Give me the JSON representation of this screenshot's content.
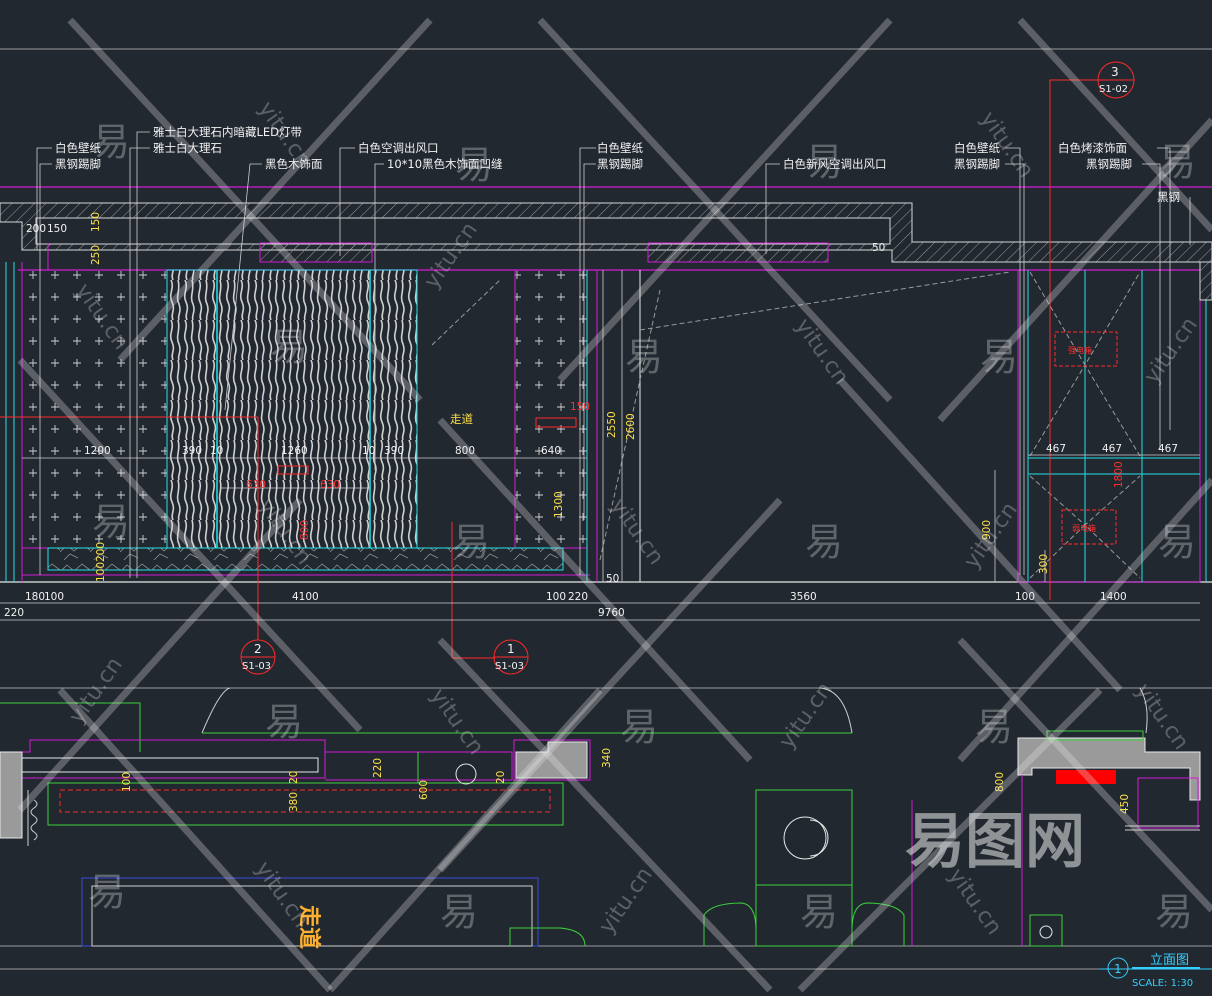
{
  "labels": {
    "wallpaper_left": "白色壁纸",
    "skirting_left": "黑钢踢脚",
    "marble_led": "雅士白大理石内暗藏LED灯带",
    "marble": "雅士白大理石",
    "black_wood": "黑色木饰面",
    "ac_outlet": "白色空调出风口",
    "groove": "10*10黑色木饰面凹缝",
    "wallpaper_mid": "白色壁纸",
    "skirting_mid": "黑钢踢脚",
    "fresh_air": "白色新风空调出风口",
    "wallpaper_right": "白色壁纸",
    "skirting_right": "黑钢踢脚",
    "lacquer": "白色烤漆饰面",
    "skirting_far": "黑钢踢脚",
    "black_steel": "黑钢",
    "corridor": "走道",
    "corridor_plan": "走道",
    "strong_box": "强电箱",
    "weak_box": "弱电箱"
  },
  "dimensions": {
    "d200": "200",
    "d150a": "150",
    "d150b": "150",
    "d250": "250",
    "d50a": "50",
    "d1200": "1200",
    "d390a": "390",
    "d10a": "10",
    "d1260": "1260",
    "d10b": "10",
    "d390b": "390",
    "d800": "800",
    "d640": "640",
    "d150c": "150",
    "d2550": "2550",
    "d2600": "2600",
    "d630a": "630",
    "d630b": "630",
    "d800v": "800",
    "d1300": "1300",
    "d100v": "100",
    "d200v": "200",
    "d50b": "50",
    "d900": "900",
    "d300": "300",
    "d1800": "1800",
    "d467a": "467",
    "d467b": "467",
    "d467c": "467",
    "d220a": "220",
    "d180": "180",
    "d100a": "100",
    "d4100": "4100",
    "d100b": "100",
    "d220b": "220",
    "d3560": "3560",
    "d9760": "9760",
    "d100c": "100",
    "d1400": "1400",
    "p100": "100",
    "p20a": "20",
    "p380": "380",
    "p220": "220",
    "p600": "600",
    "p20b": "20",
    "p340": "340",
    "p800": "800",
    "p450": "450"
  },
  "section_refs": [
    {
      "num": "3",
      "sheet": "S1-02"
    },
    {
      "num": "2",
      "sheet": "S1-03"
    },
    {
      "num": "1",
      "sheet": "S1-03"
    }
  ],
  "title_block": {
    "num": "1",
    "title": "立面图",
    "scale": "SCALE: 1:30"
  },
  "watermark": {
    "glyph": "易",
    "url": "yitu.cn",
    "brand": "易图网"
  },
  "colors": {
    "background": "#212830",
    "magenta": "#d21bd6",
    "cyan": "#25e0e8",
    "green": "#3cd13c",
    "red": "#ff2a2a",
    "white": "#e8e8e8",
    "yellow": "#ffe14a"
  }
}
